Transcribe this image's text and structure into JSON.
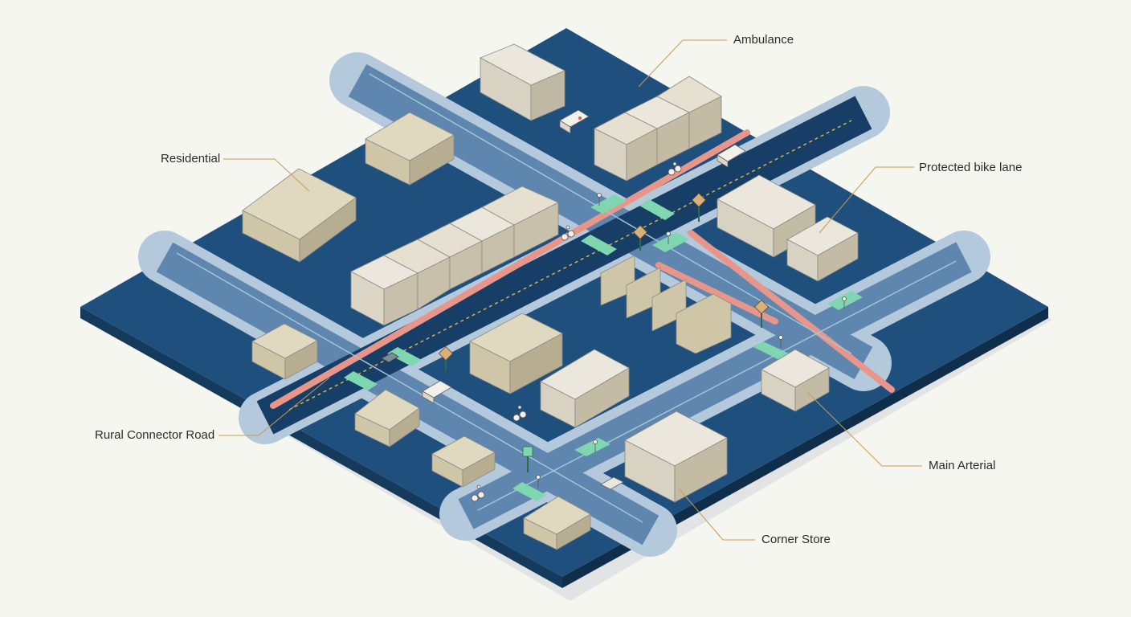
{
  "labels": {
    "ambulance": "Ambulance",
    "residential": "Residential",
    "protected_bike_lane": "Protected bike lane",
    "rural_connector_road": "Rural Connector Road",
    "main_arterial": "Main Arterial",
    "corner_store": "Corner Store"
  },
  "colors": {
    "background": "#f6f6f1",
    "block": "#1f4f7c",
    "road": "#5f86ae",
    "sidewalk": "#b5c9dc",
    "bike_lane": "#e8968a",
    "crosswalk": "#7fd6b0",
    "building_tan": "#cfc6a8",
    "building_white": "#ebe7dc",
    "leader_line": "#c89a52"
  }
}
